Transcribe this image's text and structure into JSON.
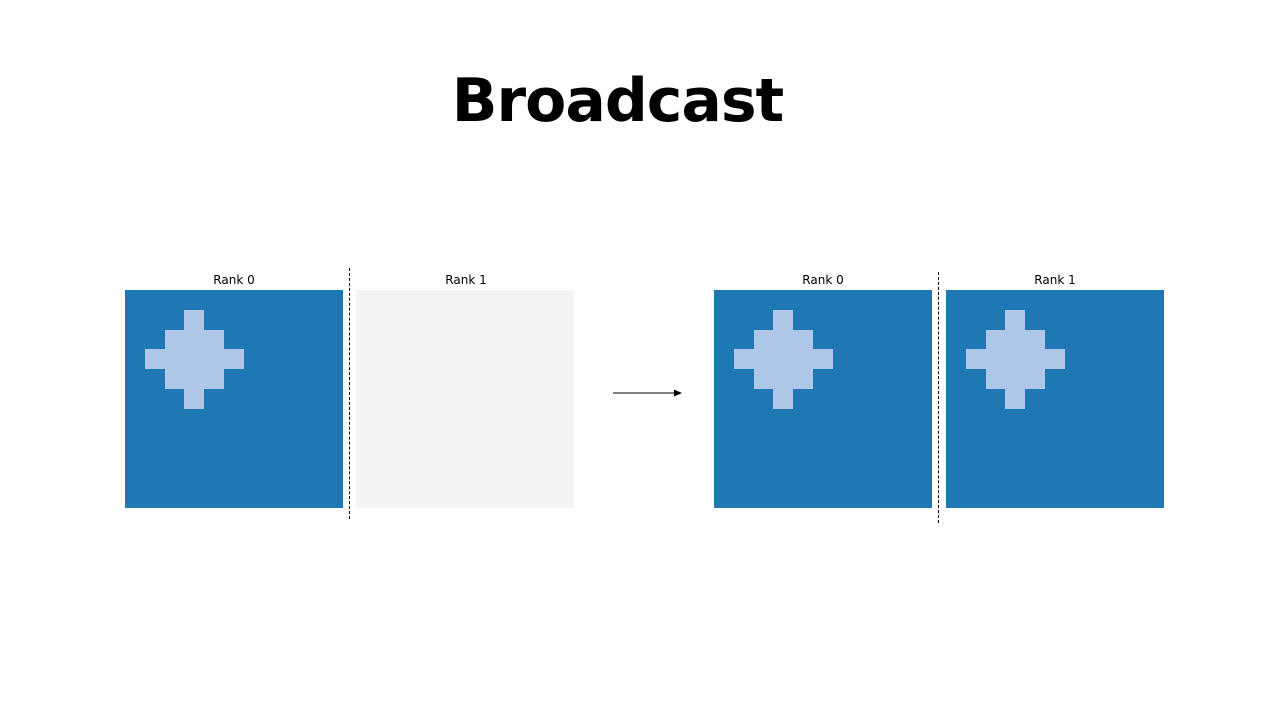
{
  "title": "Broadcast",
  "before": {
    "left_label": "Rank 0",
    "right_label": "Rank 1"
  },
  "after": {
    "left_label": "Rank 0",
    "right_label": "Rank 1"
  },
  "colors": {
    "panel_blue": "#1f77b4",
    "shape_light_blue": "#aec7e8",
    "empty_panel": "#f4f4f4"
  }
}
